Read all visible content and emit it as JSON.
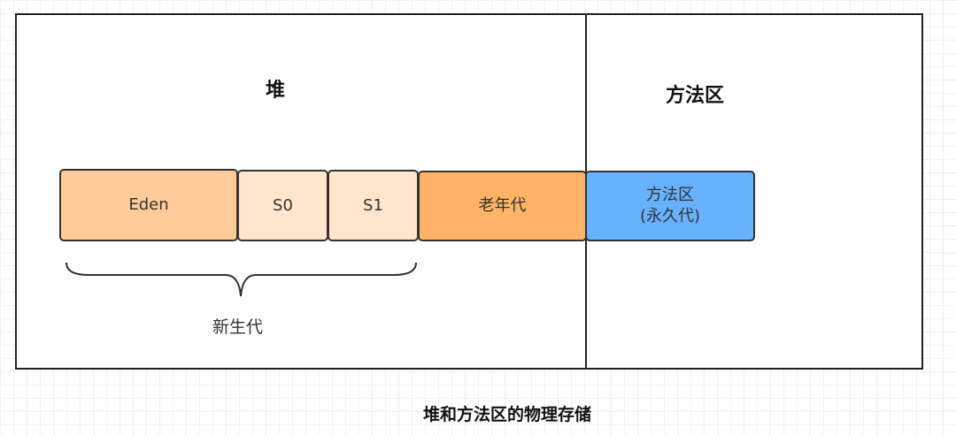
{
  "heap": {
    "title": "堆"
  },
  "method_area": {
    "title": "方法区"
  },
  "blocks": {
    "eden": "Eden",
    "s0": "S0",
    "s1": "S1",
    "old": "老年代",
    "method_line1": "方法区",
    "method_line2": "(永久代)"
  },
  "young_gen_label": "新生代",
  "caption": "堆和方法区的物理存储",
  "colors": {
    "eden": "#FFCC99",
    "survivor": "#FFE6CC",
    "old": "#FFB366",
    "method": "#66B2FF"
  }
}
